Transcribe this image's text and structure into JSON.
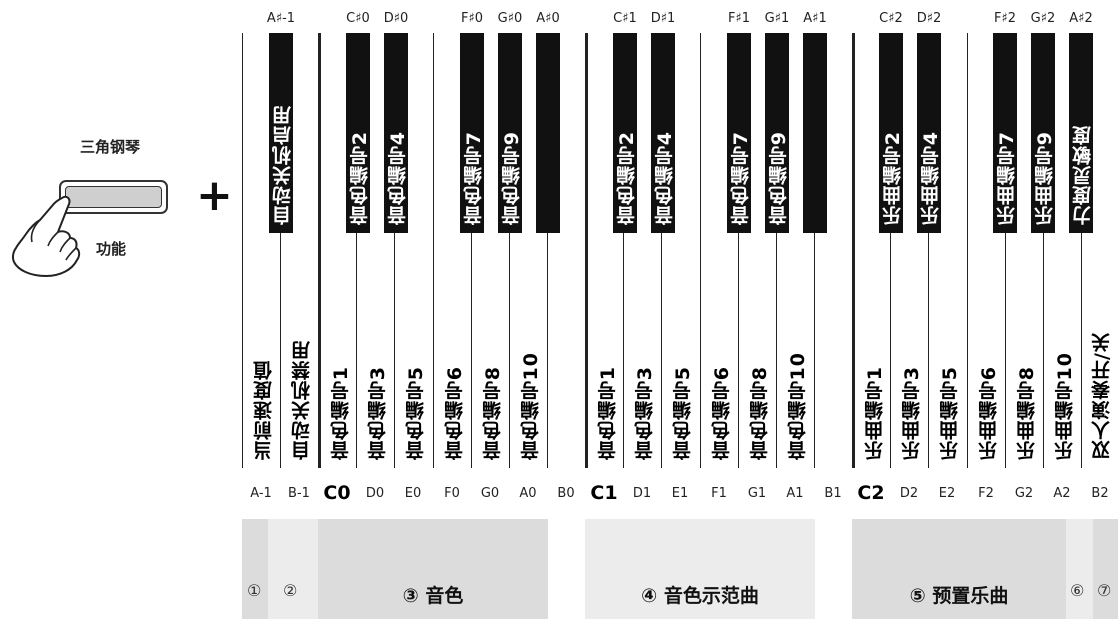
{
  "left_panel": {
    "instrument": "三角钢琴",
    "function_label": "功能",
    "plus": "+"
  },
  "top_labels": [
    "A♯-1",
    "C♯0",
    "D♯0",
    "F♯0",
    "G♯0",
    "A♯0",
    "C♯1",
    "D♯1",
    "F♯1",
    "G♯1",
    "A♯1",
    "C♯2",
    "D♯2",
    "F♯2",
    "G♯2",
    "A♯2"
  ],
  "bottom_labels": [
    "A-1",
    "B-1",
    "C0",
    "D0",
    "E0",
    "F0",
    "G0",
    "A0",
    "B0",
    "C1",
    "D1",
    "E1",
    "F1",
    "G1",
    "A1",
    "B1",
    "C2",
    "D2",
    "E2",
    "F2",
    "G2",
    "A2",
    "B2"
  ],
  "white_keys": [
    "当前速度值",
    "自动关机禁用",
    "音色编号1",
    "音色编号3",
    "音色编号5",
    "音色编号6",
    "音色编号8",
    "音色编号10",
    "",
    "音色编号1",
    "音色编号3",
    "音色编号5",
    "音色编号6",
    "音色编号8",
    "音色编号10",
    "",
    "乐曲编号1",
    "乐曲编号3",
    "乐曲编号5",
    "乐曲编号6",
    "乐曲编号8",
    "乐曲编号10",
    "双人演奏开/关"
  ],
  "black_keys": [
    "自动关机启用",
    "音色编号2",
    "音色编号4",
    "音色编号7",
    "音色编号9",
    "",
    "音色编号2",
    "音色编号4",
    "音色编号7",
    "音色编号9",
    "",
    "乐曲编号2",
    "乐曲编号4",
    "乐曲编号7",
    "乐曲编号9",
    "力度灵敏度"
  ],
  "zones": {
    "z1": "①",
    "z2": "②",
    "z3": "③ 音色",
    "z4": "④ 音色示范曲",
    "z5": "⑤ 预置乐曲",
    "z6": "⑥",
    "z7": "⑦"
  },
  "colors": {
    "black_key": "#111111",
    "zone_dark": "#dcdcdc",
    "zone_light": "#ececec"
  }
}
